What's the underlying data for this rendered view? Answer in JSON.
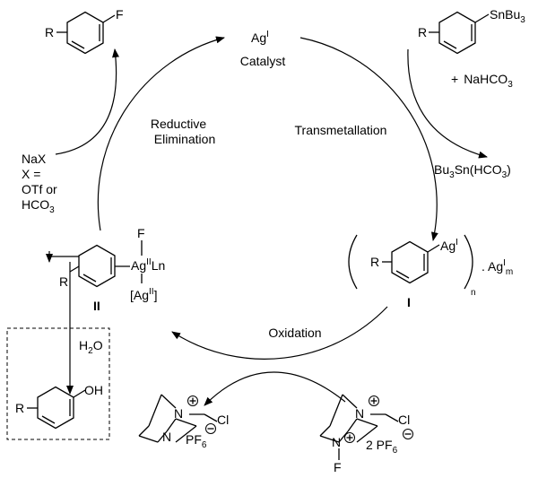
{
  "catalyst": {
    "line1_main": "Ag",
    "line1_sup": "I",
    "line2": "Catalyst"
  },
  "product_fluoride": {
    "r": "R",
    "f": "F"
  },
  "stannane": {
    "r": "R",
    "sn_main": "SnBu",
    "sn_sub": "3"
  },
  "bicarbonate": {
    "plus": "+",
    "main": "NaHCO",
    "sub": "3"
  },
  "byproduct_tin": {
    "p1": "Bu",
    "s1": "3",
    "p2": "Sn(HCO",
    "s2": "3",
    "p3": ")"
  },
  "step_labels": {
    "reductive_1": "Reductive",
    "reductive_2": "Elimination",
    "transmetallation": "Transmetallation",
    "oxidation": "Oxidation"
  },
  "nax": {
    "l1": "NaX",
    "l2": "X =",
    "l3": "OTf or",
    "l4_main": "HCO",
    "l4_sub": "3"
  },
  "intermediate_I": {
    "r": "R",
    "ag": "Ag",
    "ag_sup": "I",
    "n": "n",
    "agm_dot": ". Ag",
    "agm_sup": "I",
    "agm_sub": "m",
    "label": "I"
  },
  "intermediate_II": {
    "r": "R",
    "f": "F",
    "ag": "Ag",
    "ag_sup": "II",
    "ln": "Ln",
    "ag2_open": "[Ag",
    "ag2_sup": "II",
    "ag2_close": "]",
    "label": "II"
  },
  "water": {
    "main": "H",
    "sub": "2",
    "end": "O"
  },
  "phenol": {
    "r": "R",
    "oh": "OH"
  },
  "reagent_left": {
    "n_plus": "N",
    "cl": "Cl",
    "n": "N",
    "pf_main": "PF",
    "pf_sub": "6"
  },
  "reagent_right": {
    "n_plus": "N",
    "cl": "Cl",
    "n": "N",
    "f": "F",
    "pf_main": "2 PF",
    "pf_sub": "6"
  }
}
